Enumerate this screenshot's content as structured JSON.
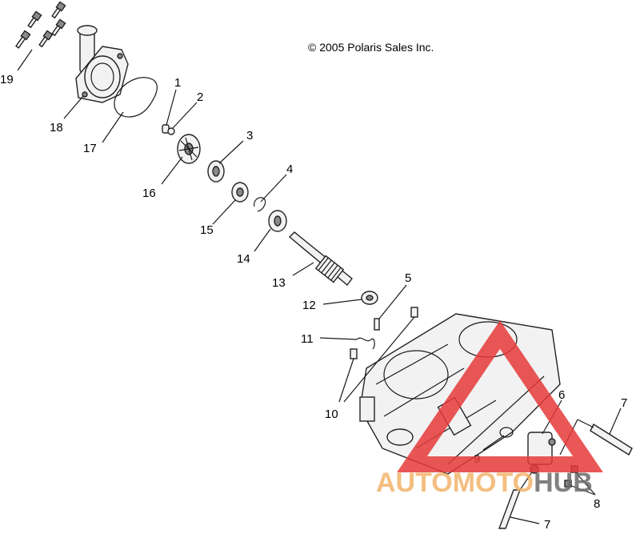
{
  "copyright": "© 2005 Polaris Sales Inc.",
  "watermark": {
    "word_auto": "AUTO",
    "word_moto": "MOTO",
    "word_hub": "HUB",
    "color_auto": "#f3b36b",
    "color_moto": "#f3b36b",
    "color_hub": "#6b6b6b",
    "triangle_color": "#e63a3a"
  },
  "callouts": {
    "c1": "1",
    "c2": "2",
    "c3": "3",
    "c4": "4",
    "c5": "5",
    "c6": "6",
    "c7a": "7",
    "c7b": "7",
    "c8": "8",
    "c9": "9",
    "c10": "10",
    "c11": "11",
    "c12": "12",
    "c13": "13",
    "c14": "14",
    "c15": "15",
    "c16": "16",
    "c17": "17",
    "c18": "18",
    "c19": "19"
  }
}
